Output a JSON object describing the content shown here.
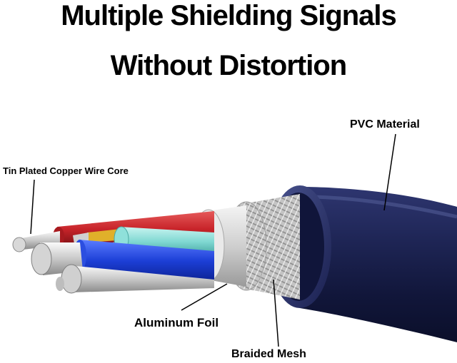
{
  "headline": {
    "line1": "Multiple Shielding Signals",
    "line2": "Without Distortion"
  },
  "callouts": {
    "pvc": "PVC Material",
    "core": "Tin Plated Copper Wire Core",
    "foil": "Aluminum Foil",
    "mesh": "Braided Mesh"
  },
  "colors": {
    "jacket": "#1c2250",
    "jacket_highlight": "#3b4580",
    "braid": "#c9c9c9",
    "foil": "#e6e6e6",
    "wire_red": "#c8242a",
    "wire_blue": "#1c3fd6",
    "wire_cyan": "#7fd8d2",
    "wire_yellow": "#e0b02a",
    "copper_core": "#d8d8d8"
  }
}
